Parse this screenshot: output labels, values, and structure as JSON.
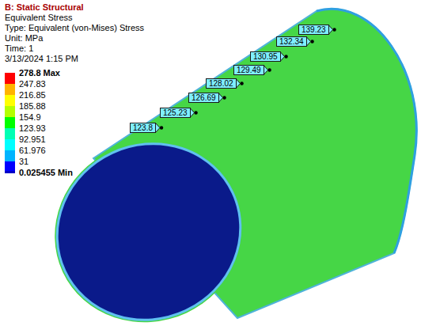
{
  "diagram": {
    "title": "B: Static Structural",
    "labels": [
      "Equivalent Stress",
      "Type: Equivalent (von-Mises) Stress",
      "Unit: MPa",
      "Time: 1",
      "3/13/2024 1:15 PM",
      "123.8",
      "125.23",
      "126.69",
      "128.02",
      "129.49",
      "130.95",
      "132.34",
      "139.23"
    ],
    "legend": [
      {
        "text": "278.8 Max",
        "color": "#ff0000"
      },
      {
        "text": "247.83",
        "color": "#ffb400"
      },
      {
        "text": "216.85",
        "color": "#ffff00"
      },
      {
        "text": "185.88",
        "color": "#b4ff00"
      },
      {
        "text": "154.9",
        "color": "#00ff00"
      },
      {
        "text": "123.93",
        "color": "#00ffb4"
      },
      {
        "text": "92.951",
        "color": "#00ffff"
      },
      {
        "text": "61.976",
        "color": "#00b4ff"
      },
      {
        "text": "31",
        "color": "#0000ff"
      },
      {
        "text": "0.025455 Min",
        "color": "#0000c8"
      }
    ]
  }
}
